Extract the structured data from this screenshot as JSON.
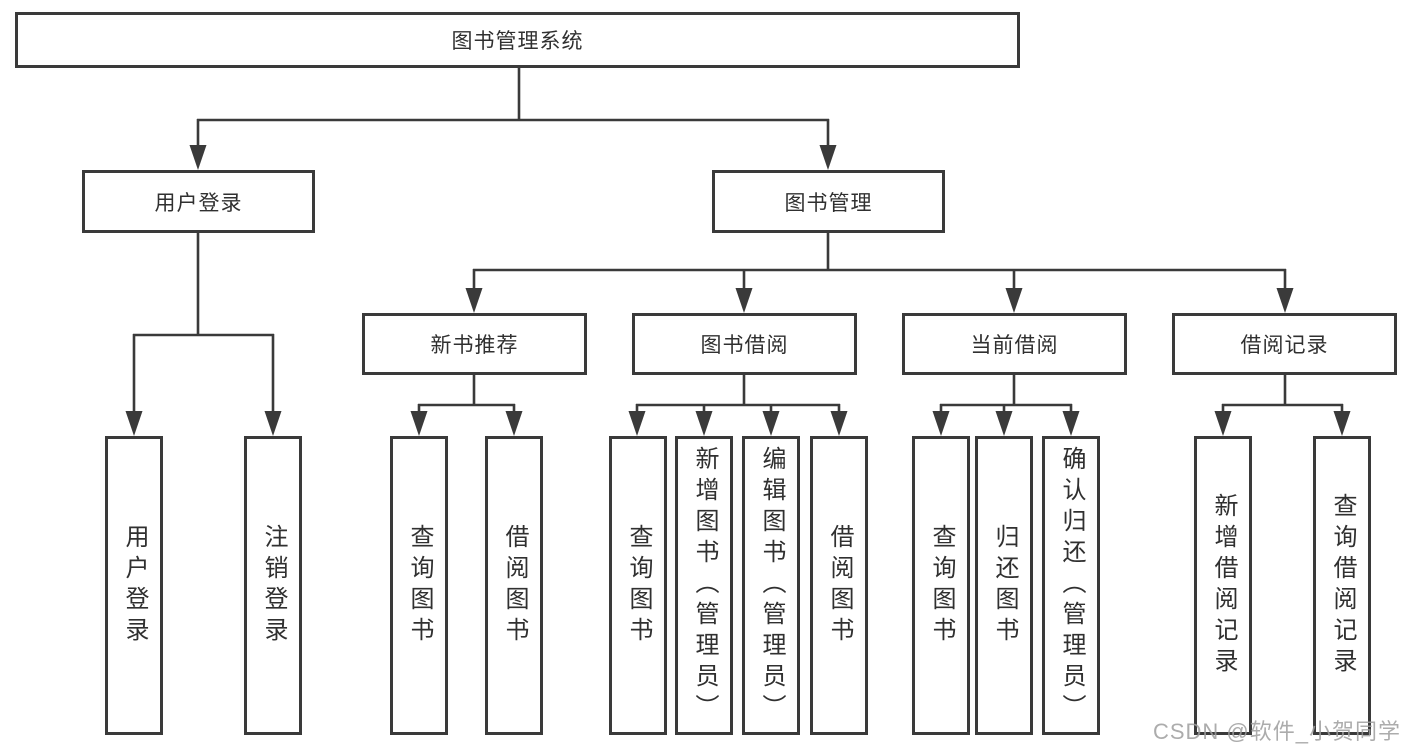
{
  "diagram": {
    "watermark": "CSDN @软件_小贺同学",
    "colors": {
      "line": "#3a3a3a",
      "box_border": "#3a3a3a",
      "box_fill": "#ffffff",
      "text": "#303030",
      "watermark_text": "#9e9e9e"
    },
    "tree": {
      "label": "图书管理系统",
      "children": [
        {
          "label": "用户登录",
          "children": [
            {
              "label": "用户登录"
            },
            {
              "label": "注销登录"
            }
          ]
        },
        {
          "label": "图书管理",
          "children": [
            {
              "label": "新书推荐",
              "children": [
                {
                  "label": "查询图书"
                },
                {
                  "label": "借阅图书"
                }
              ]
            },
            {
              "label": "图书借阅",
              "children": [
                {
                  "label": "查询图书"
                },
                {
                  "label": "新增图书（管理员）"
                },
                {
                  "label": "编辑图书（管理员）"
                },
                {
                  "label": "借阅图书"
                }
              ]
            },
            {
              "label": "当前借阅",
              "children": [
                {
                  "label": "查询图书"
                },
                {
                  "label": "归还图书"
                },
                {
                  "label": "确认归还（管理员）"
                }
              ]
            },
            {
              "label": "借阅记录",
              "children": [
                {
                  "label": "新增借阅记录"
                },
                {
                  "label": "查询借阅记录"
                }
              ]
            }
          ]
        }
      ]
    }
  }
}
